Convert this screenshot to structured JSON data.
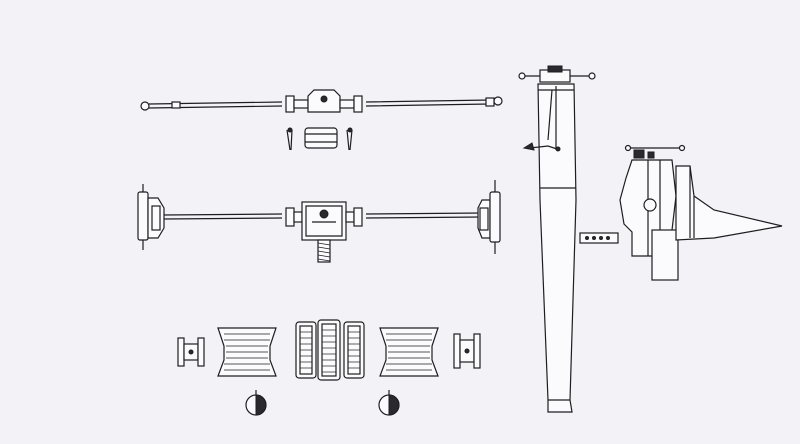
{
  "drawing": {
    "background": "#f3f2f6",
    "line_color": "#1e1e22",
    "components": [
      "tie-rod-assembly",
      "small-clips",
      "collar-block",
      "t-handle-clamp-assembly",
      "pulley-and-drum-row",
      "disc-pair",
      "tall-column",
      "perforated-strip",
      "anvil-bracket"
    ]
  }
}
